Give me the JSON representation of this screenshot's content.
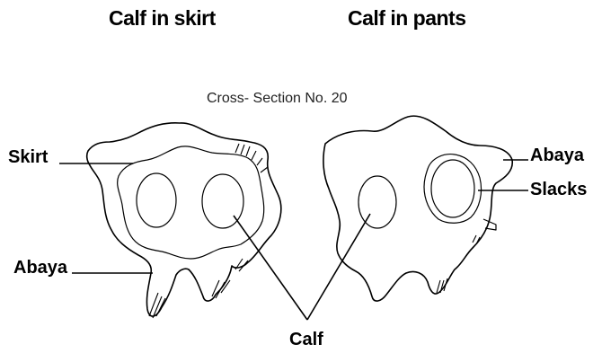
{
  "headings": {
    "left": "Calf in skirt",
    "right": "Calf in pants"
  },
  "section_label": "Cross- Section No. 20",
  "callouts": {
    "skirt": "Skirt",
    "abaya_left": "Abaya",
    "abaya_right": "Abaya",
    "slacks": "Slacks",
    "calf": "Calf"
  }
}
